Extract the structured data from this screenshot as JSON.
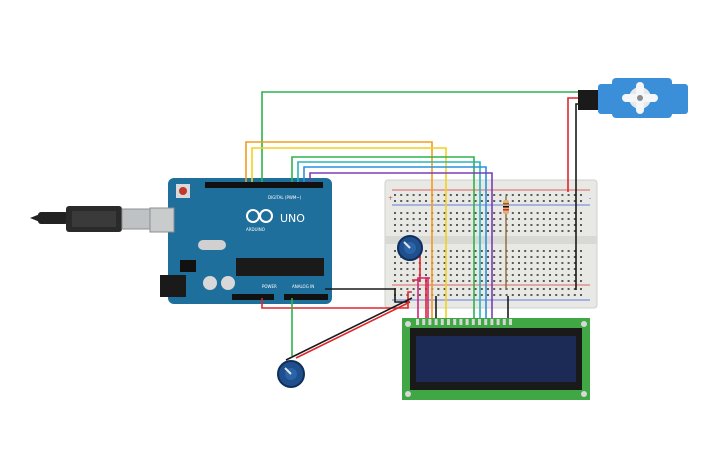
{
  "arduino": {
    "brand": "ARDUINO",
    "model": "UNO",
    "digital_label": "DIGITAL (PWM~)",
    "power_label": "POWER",
    "analog_label": "ANALOG IN",
    "board_color": "#1f6f9c"
  },
  "breadboard": {
    "plus": "+",
    "minus": "-",
    "color": "#e8e8e4"
  },
  "lcd": {
    "pcb_color": "#3fa845",
    "screen_color": "#1c2b55"
  },
  "wires": {
    "green": "#2db34a",
    "orange": "#f29b1d",
    "yellow": "#f2d21a",
    "blue": "#2f8fe0",
    "purple": "#7a3fb5",
    "teal": "#27b5b5",
    "red": "#e0262a",
    "black": "#1a1a1a"
  },
  "servo": {
    "color": "#3a8fd8"
  },
  "icons": [
    "usb-plug-icon",
    "potentiometer-icon",
    "resistor-icon",
    "servo-icon"
  ]
}
